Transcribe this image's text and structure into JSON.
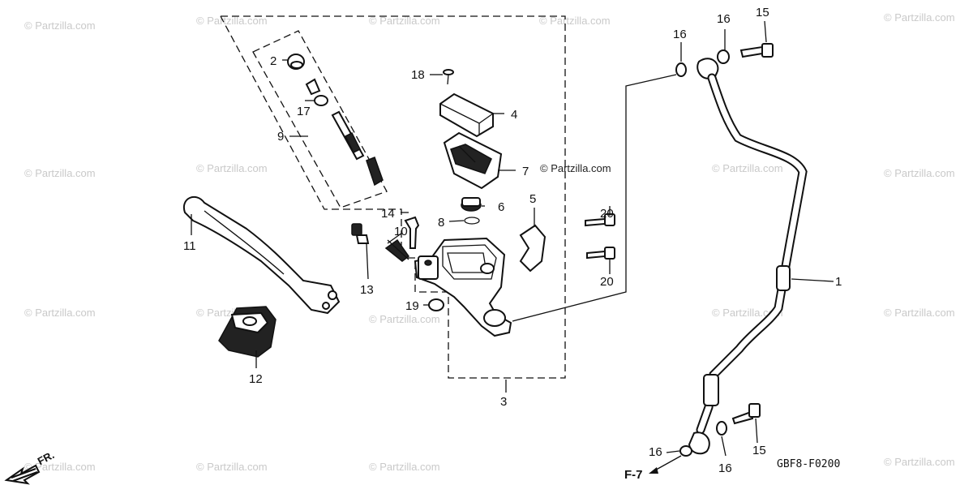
{
  "watermarks": {
    "text": "© Partzilla.com",
    "center_text": "© Partzilla.com"
  },
  "callouts": {
    "c1": "1",
    "c2": "2",
    "c3": "3",
    "c4": "4",
    "c5": "5",
    "c6": "6",
    "c7": "7",
    "c8": "8",
    "c9": "9",
    "c10": "10",
    "c11": "11",
    "c12": "12",
    "c13": "13",
    "c14": "14",
    "c15a": "15",
    "c15b": "15",
    "c16a": "16",
    "c16b": "16",
    "c16c": "16",
    "c16d": "16",
    "c17": "17",
    "c18": "18",
    "c19": "19",
    "c20a": "20",
    "c20b": "20"
  },
  "diagram_code": "GBF8-F0200",
  "ref_page": "F-7",
  "direction_label": "FR.",
  "colors": {
    "ink": "#111111",
    "watermark": "#c9c9c9"
  }
}
